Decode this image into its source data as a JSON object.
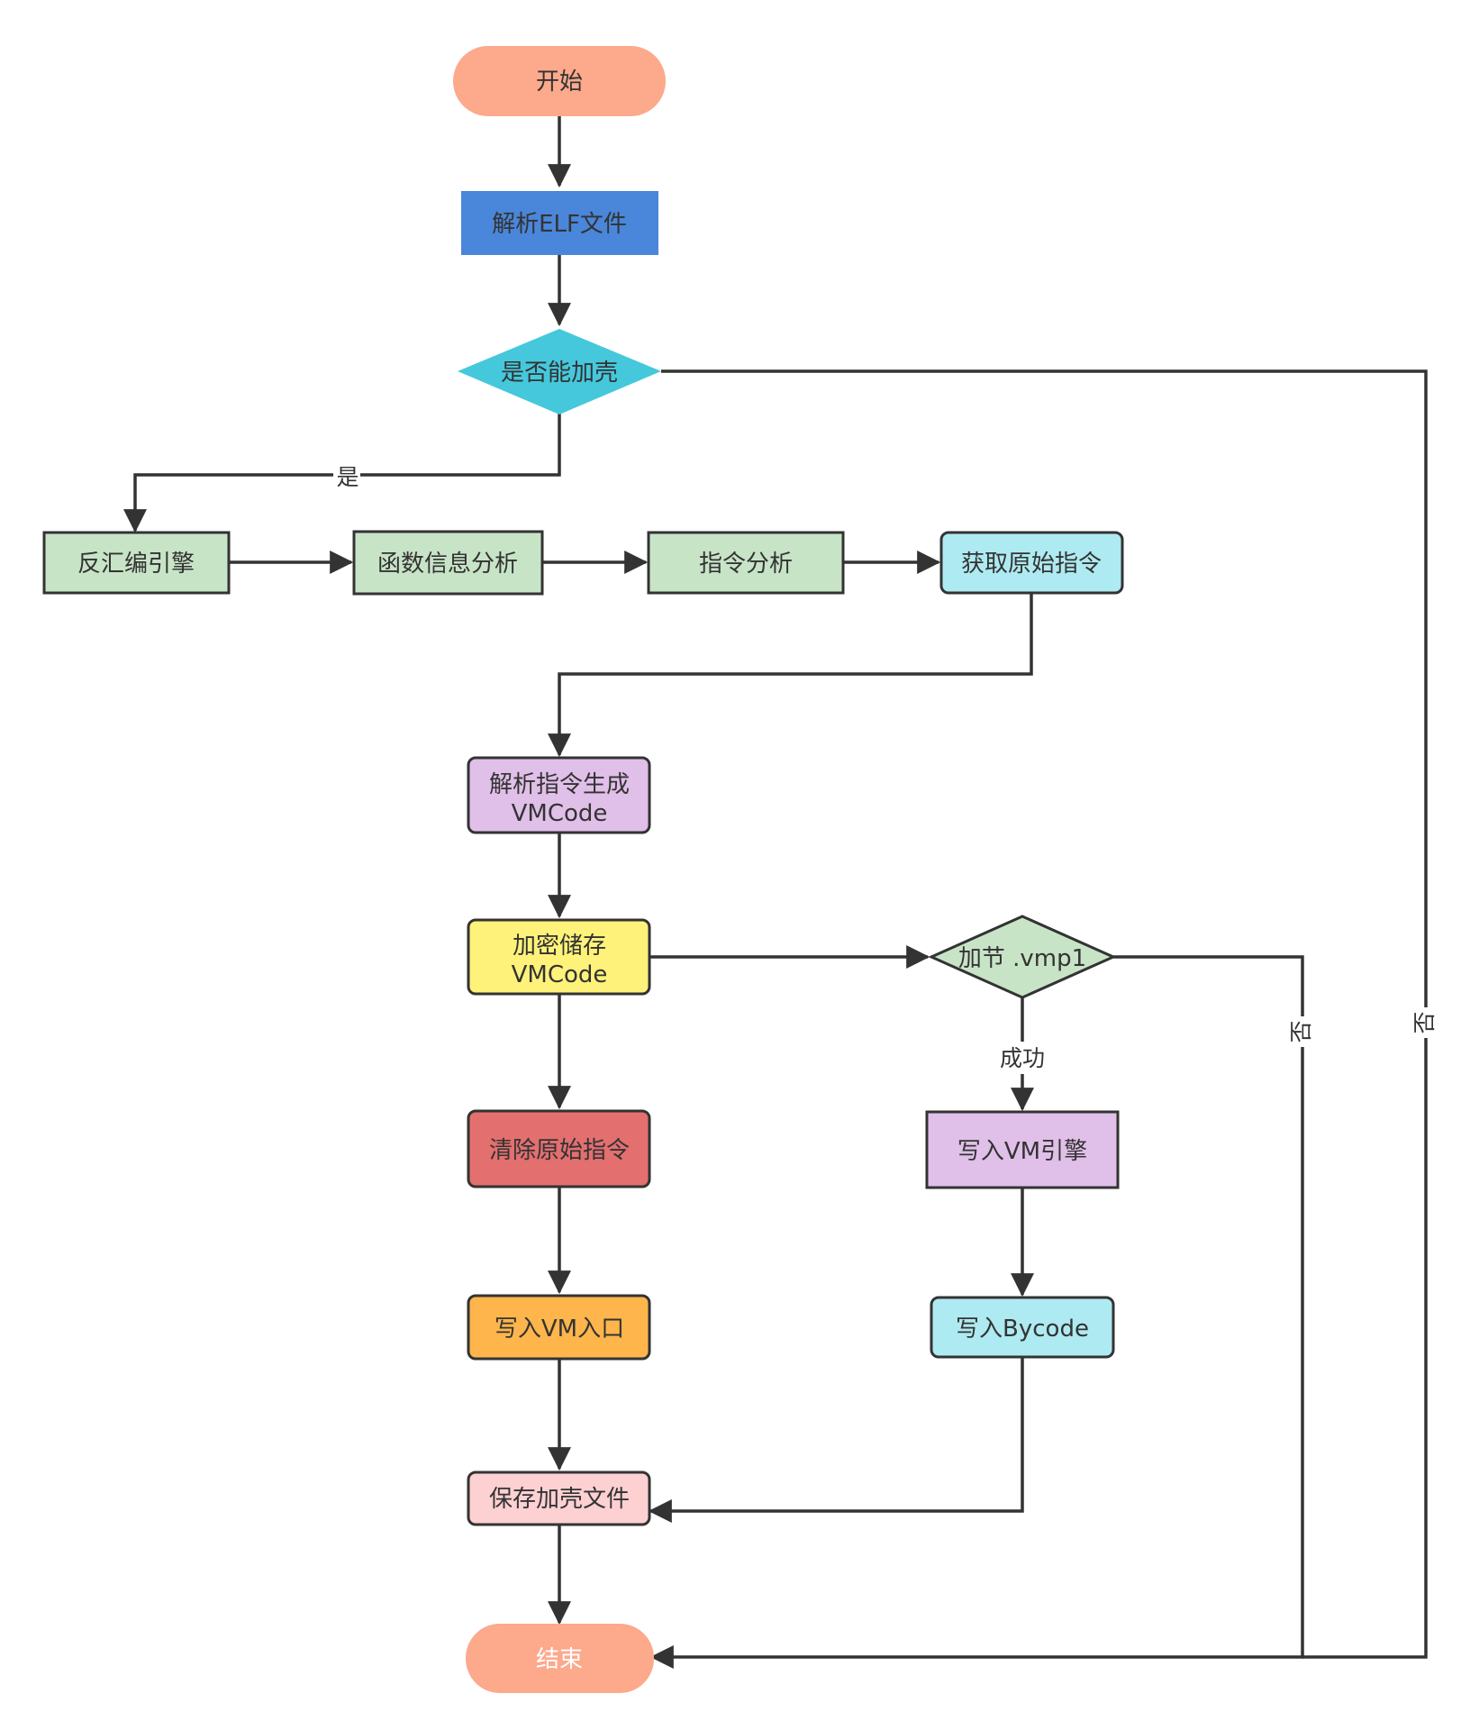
{
  "nodes": {
    "start": {
      "label": "开始",
      "color": "#fca98c"
    },
    "parse_elf": {
      "label": "解析ELF文件",
      "color": "#4a86d9"
    },
    "can_pack": {
      "label": "是否能加壳",
      "color": "#45c8dc"
    },
    "disasm": {
      "label": "反汇编引擎",
      "color": "#c8e4c7"
    },
    "func_info": {
      "label": "函数信息分析",
      "color": "#c8e4c7"
    },
    "insn_analysis": {
      "label": "指令分析",
      "color": "#c8e4c7"
    },
    "get_orig": {
      "label": "获取原始指令",
      "color": "#aeeaf1"
    },
    "gen_vmcode": {
      "line1": "解析指令生成",
      "line2": "VMCode",
      "color": "#e0bfe8"
    },
    "enc_vmcode": {
      "line1": "加密储存",
      "line2": "VMCode",
      "color": "#fff27a"
    },
    "add_section": {
      "label": "加节 .vmp1",
      "color": "#c8e4c7"
    },
    "clear_orig": {
      "label": "清除原始指令",
      "color": "#e36f6f"
    },
    "write_engine": {
      "label": "写入VM引擎",
      "color": "#e0bfe8"
    },
    "write_entry": {
      "label": "写入VM入口",
      "color": "#fdb54c"
    },
    "write_bycode": {
      "label": "写入Bycode",
      "color": "#aeeaf1"
    },
    "save_file": {
      "label": "保存加壳文件",
      "color": "#fdd0d2"
    },
    "end": {
      "label": "结束",
      "color": "#fca98c"
    }
  },
  "edge_labels": {
    "yes": "是",
    "no_right": "否",
    "no_mid": "否",
    "success": "成功"
  },
  "colors": {
    "stroke": "#333333",
    "background": "#ffffff"
  }
}
